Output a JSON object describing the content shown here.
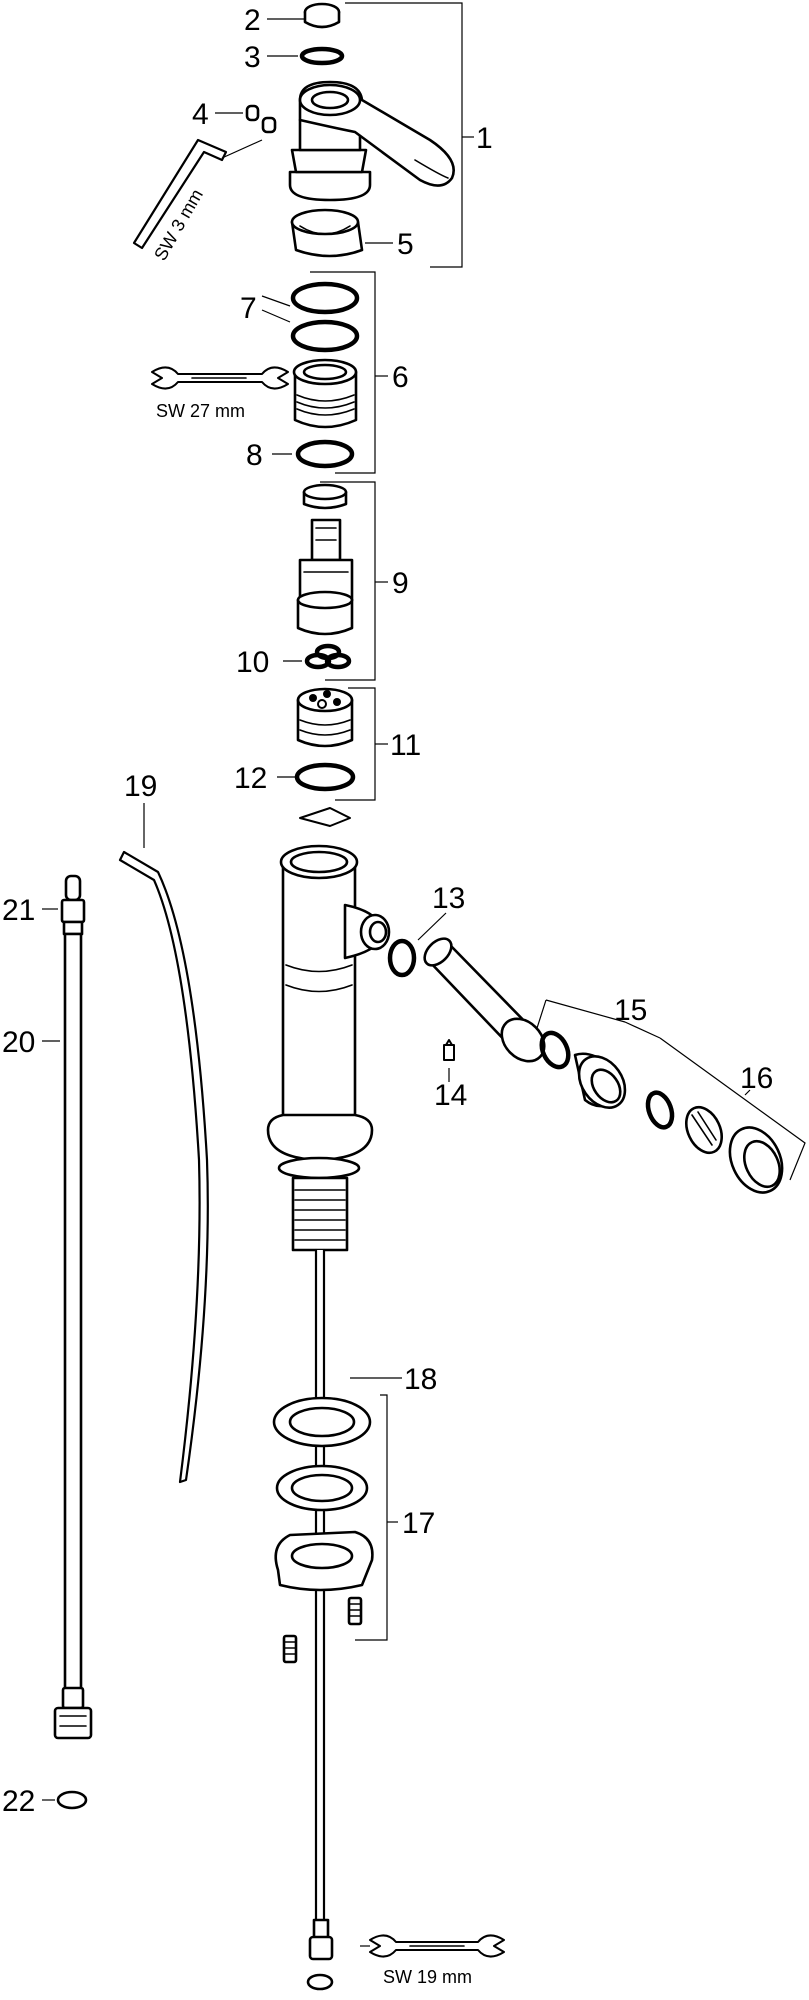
{
  "callouts": {
    "c1": "1",
    "c2": "2",
    "c3": "3",
    "c4": "4",
    "c5": "5",
    "c6": "6",
    "c7": "7",
    "c8": "8",
    "c9": "9",
    "c10": "10",
    "c11": "11",
    "c12": "12",
    "c13": "13",
    "c14": "14",
    "c15": "15",
    "c16": "16",
    "c17": "17",
    "c18": "18",
    "c19": "19",
    "c20": "20",
    "c21": "21",
    "c22": "22"
  },
  "tools": {
    "hex_key": "SW 3 mm",
    "wrench_27": "SW 27 mm",
    "wrench_19": "SW 19 mm"
  },
  "colors": {
    "line": "#000000",
    "background": "#ffffff"
  }
}
